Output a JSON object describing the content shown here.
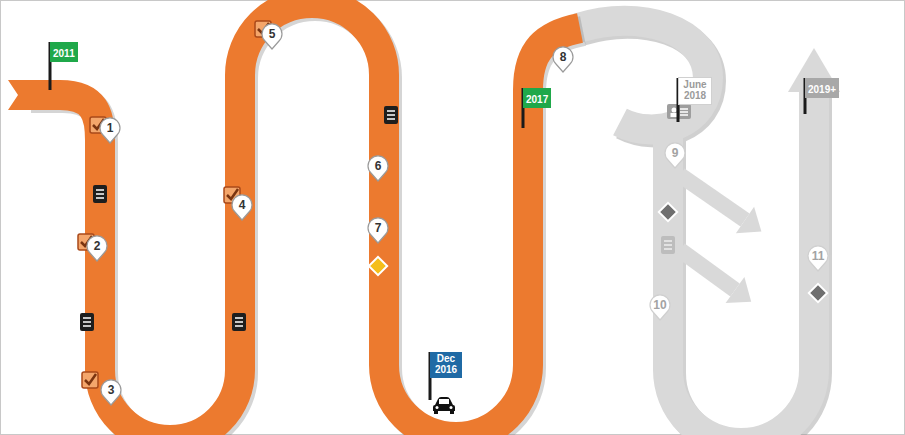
{
  "diagram": {
    "nodes": [
      {
        "text": [
          "2011"
        ]
      },
      {
        "text": [
          "1"
        ]
      },
      {
        "text": [
          "2"
        ]
      },
      {
        "text": [
          "3"
        ]
      },
      {
        "text": [
          "4"
        ]
      },
      {
        "text": [
          "5"
        ]
      },
      {
        "text": [
          "6"
        ]
      },
      {
        "text": [
          "7"
        ]
      },
      {
        "text": [
          "Dec 2016"
        ]
      },
      {
        "text": [
          "2017"
        ]
      },
      {
        "text": [
          "8"
        ]
      },
      {
        "text": [
          "June 2018"
        ]
      },
      {
        "text": [
          "9"
        ]
      },
      {
        "text": [
          "10"
        ]
      },
      {
        "text": [
          "11"
        ]
      },
      {
        "text": [
          "2019+"
        ]
      }
    ]
  }
}
